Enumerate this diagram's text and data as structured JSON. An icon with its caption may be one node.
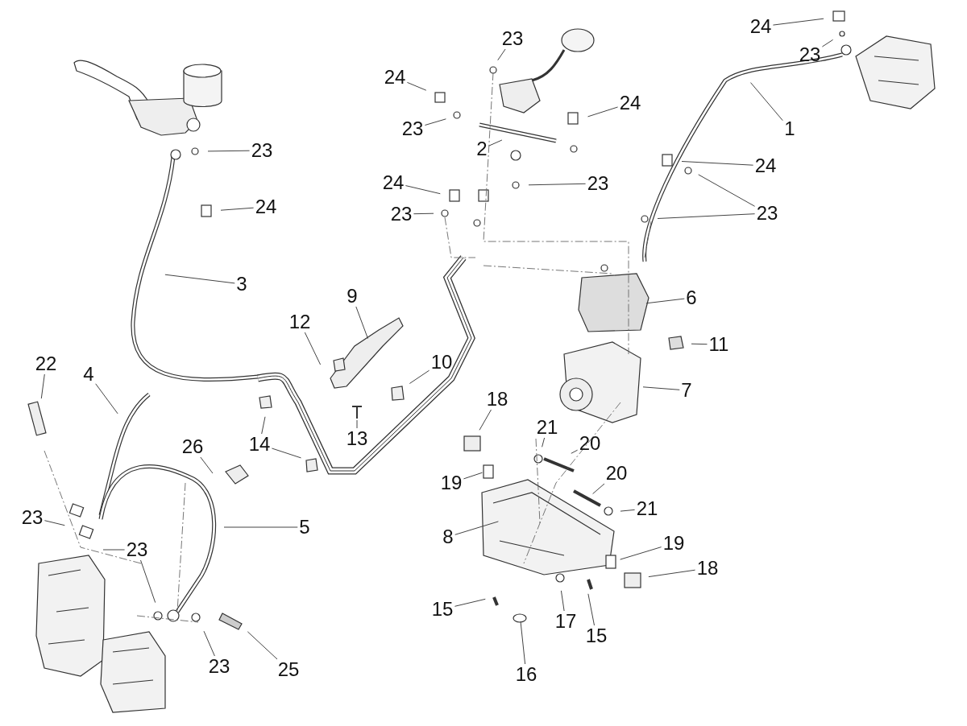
{
  "diagram": {
    "nodes": [
      {
        "text": [
          "24"
        ]
      },
      {
        "text": [
          "23"
        ]
      },
      {
        "text": [
          "23"
        ]
      },
      {
        "text": [
          "24"
        ]
      },
      {
        "text": [
          "24"
        ]
      },
      {
        "text": [
          "23"
        ]
      },
      {
        "text": [
          "1"
        ]
      },
      {
        "text": [
          "2"
        ]
      },
      {
        "text": [
          "23"
        ]
      },
      {
        "text": [
          "24"
        ]
      },
      {
        "text": [
          "24"
        ]
      },
      {
        "text": [
          "23"
        ]
      },
      {
        "text": [
          "24"
        ]
      },
      {
        "text": [
          "23"
        ]
      },
      {
        "text": [
          "23"
        ]
      },
      {
        "text": [
          "3"
        ]
      },
      {
        "text": [
          "9"
        ]
      },
      {
        "text": [
          "6"
        ]
      },
      {
        "text": [
          "12"
        ]
      },
      {
        "text": [
          "11"
        ]
      },
      {
        "text": [
          "10"
        ]
      },
      {
        "text": [
          "22"
        ]
      },
      {
        "text": [
          "4"
        ]
      },
      {
        "text": [
          "7"
        ]
      },
      {
        "text": [
          "18"
        ]
      },
      {
        "text": [
          "21"
        ]
      },
      {
        "text": [
          "13"
        ]
      },
      {
        "text": [
          "14"
        ]
      },
      {
        "text": [
          "20"
        ]
      },
      {
        "text": [
          "26"
        ]
      },
      {
        "text": [
          "20"
        ]
      },
      {
        "text": [
          "19"
        ]
      },
      {
        "text": [
          "21"
        ]
      },
      {
        "text": [
          "23"
        ]
      },
      {
        "text": [
          "5"
        ]
      },
      {
        "text": [
          "8"
        ]
      },
      {
        "text": [
          "19"
        ]
      },
      {
        "text": [
          "23"
        ]
      },
      {
        "text": [
          "18"
        ]
      },
      {
        "text": [
          "15"
        ]
      },
      {
        "text": [
          "17"
        ]
      },
      {
        "text": [
          "15"
        ]
      },
      {
        "text": [
          "23"
        ]
      },
      {
        "text": [
          "25"
        ]
      },
      {
        "text": [
          "16"
        ]
      }
    ],
    "edges": [
      {
        "from": 0,
        "to": null,
        "arrow": "none"
      },
      {
        "from": 1,
        "to": null,
        "arrow": "none"
      },
      {
        "from": 2,
        "to": null,
        "arrow": "none"
      },
      {
        "from": 3,
        "to": null,
        "arrow": "none"
      },
      {
        "from": 4,
        "to": null,
        "arrow": "none"
      },
      {
        "from": 5,
        "to": null,
        "arrow": "none"
      },
      {
        "from": 6,
        "to": null,
        "arrow": "none"
      },
      {
        "from": 7,
        "to": null,
        "arrow": "none"
      },
      {
        "from": 8,
        "to": null,
        "arrow": "none"
      },
      {
        "from": 9,
        "to": null,
        "arrow": "none"
      },
      {
        "from": 10,
        "to": null,
        "arrow": "none"
      },
      {
        "from": 11,
        "to": null,
        "arrow": "none"
      },
      {
        "from": 12,
        "to": null,
        "arrow": "none"
      },
      {
        "from": 13,
        "to": null,
        "arrow": "none"
      },
      {
        "from": 14,
        "to": null,
        "arrow": "none"
      },
      {
        "from": 14,
        "to": null,
        "arrow": "none"
      },
      {
        "from": 15,
        "to": null,
        "arrow": "none"
      },
      {
        "from": 16,
        "to": null,
        "arrow": "none"
      },
      {
        "from": 17,
        "to": null,
        "arrow": "none"
      },
      {
        "from": 18,
        "to": null,
        "arrow": "none"
      },
      {
        "from": 19,
        "to": null,
        "arrow": "none"
      },
      {
        "from": 20,
        "to": null,
        "arrow": "none"
      },
      {
        "from": 21,
        "to": null,
        "arrow": "none"
      },
      {
        "from": 22,
        "to": null,
        "arrow": "none"
      },
      {
        "from": 23,
        "to": null,
        "arrow": "none"
      },
      {
        "from": 24,
        "to": null,
        "arrow": "none"
      },
      {
        "from": 25,
        "to": null,
        "arrow": "none"
      },
      {
        "from": 26,
        "to": null,
        "arrow": "none"
      },
      {
        "from": 27,
        "to": null,
        "arrow": "none"
      },
      {
        "from": 27,
        "to": null,
        "arrow": "none"
      },
      {
        "from": 28,
        "to": null,
        "arrow": "none"
      },
      {
        "from": 29,
        "to": null,
        "arrow": "none"
      },
      {
        "from": 30,
        "to": null,
        "arrow": "none"
      },
      {
        "from": 31,
        "to": null,
        "arrow": "none"
      },
      {
        "from": 32,
        "to": null,
        "arrow": "none"
      },
      {
        "from": 33,
        "to": null,
        "arrow": "none"
      },
      {
        "from": 34,
        "to": null,
        "arrow": "none"
      },
      {
        "from": 35,
        "to": null,
        "arrow": "none"
      },
      {
        "from": 36,
        "to": null,
        "arrow": "none"
      },
      {
        "from": 37,
        "to": null,
        "arrow": "none"
      },
      {
        "from": 37,
        "to": null,
        "arrow": "none"
      },
      {
        "from": 38,
        "to": null,
        "arrow": "none"
      },
      {
        "from": 39,
        "to": null,
        "arrow": "none"
      },
      {
        "from": 40,
        "to": null,
        "arrow": "none"
      },
      {
        "from": 41,
        "to": null,
        "arrow": "none"
      },
      {
        "from": 42,
        "to": null,
        "arrow": "none"
      },
      {
        "from": 43,
        "to": null,
        "arrow": "none"
      },
      {
        "from": 44,
        "to": null,
        "arrow": "none"
      }
    ]
  }
}
